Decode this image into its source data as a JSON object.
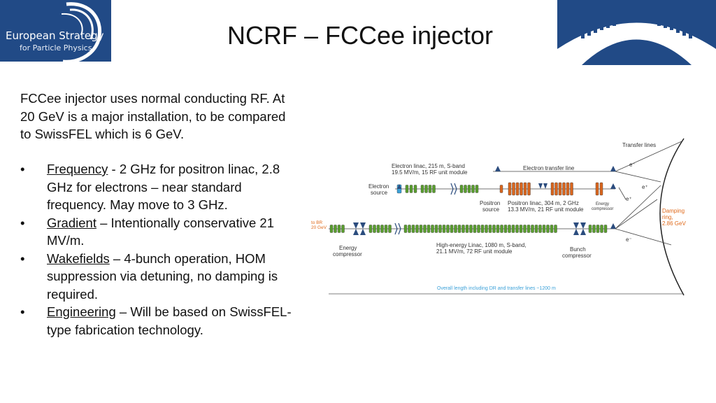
{
  "logo_left": {
    "line1": "European Strategy",
    "line2": "for Particle Physics"
  },
  "title": "NCRF – FCCee injector",
  "intro": "FCCee injector uses normal conducting RF. At 20 GeV is a major installation, to be compared to SwissFEL which is 6 GeV.",
  "bullets": [
    {
      "term": "Frequency",
      "text": " - 2 GHz for positron linac, 2.8 GHz for electrons – near standard frequency. May move to 3 GHz."
    },
    {
      "term": "Gradient",
      "text": " –  Intentionally conservative 21 MV/m."
    },
    {
      "term": "Wakefields",
      "text": " – 4-bunch operation, HOM suppression via detuning, no damping is required."
    },
    {
      "term": "Engineering",
      "text": " – Will be based on SwissFEL-type fabrication technology."
    }
  ],
  "bullet_symbol": "•",
  "diagram": {
    "transfer_lines": "Transfer lines",
    "electron_linac_1": "Electron linac, 215 m, S-band",
    "electron_linac_2": "19.5 MV/m, 15 RF unit module",
    "electron_transfer_line": "Electron transfer line",
    "electron_source_1": "Electron",
    "electron_source_2": "source",
    "positron_source_1": "Positron",
    "positron_source_2": "source",
    "positron_linac_1": "Positron linac, 304 m, 2 GHz",
    "positron_linac_2": "13.3 MV/m, 21 RF unit module",
    "energy_comp_small_1": "Energy",
    "energy_comp_small_2": "compressor",
    "damping_ring_1": "Damping",
    "damping_ring_2": "ring,",
    "damping_ring_3": "2.86 GeV",
    "to_br_1": "to BR",
    "to_br_2": "20 GeV",
    "energy_comp_1": "Energy",
    "energy_comp_2": "compressor",
    "he_linac_1": "High-energy Linac, 1080 m, S-band,",
    "he_linac_2": "21.1 MV/m, 72 RF unit module",
    "bunch_comp_1": "Bunch",
    "bunch_comp_2": "compressor",
    "overall_length": "Overall length including DR and transfer lines ~1200 m",
    "e_minus": "e⁻",
    "e_plus": "e⁺",
    "colors": {
      "electron_module": "#5a9e2f",
      "positron_module": "#d9661f",
      "source_module": "#3aa0d8",
      "magnet": "#2b4c7e",
      "label_accent": "#e06a1b",
      "length_label": "#3aa0d8"
    }
  }
}
